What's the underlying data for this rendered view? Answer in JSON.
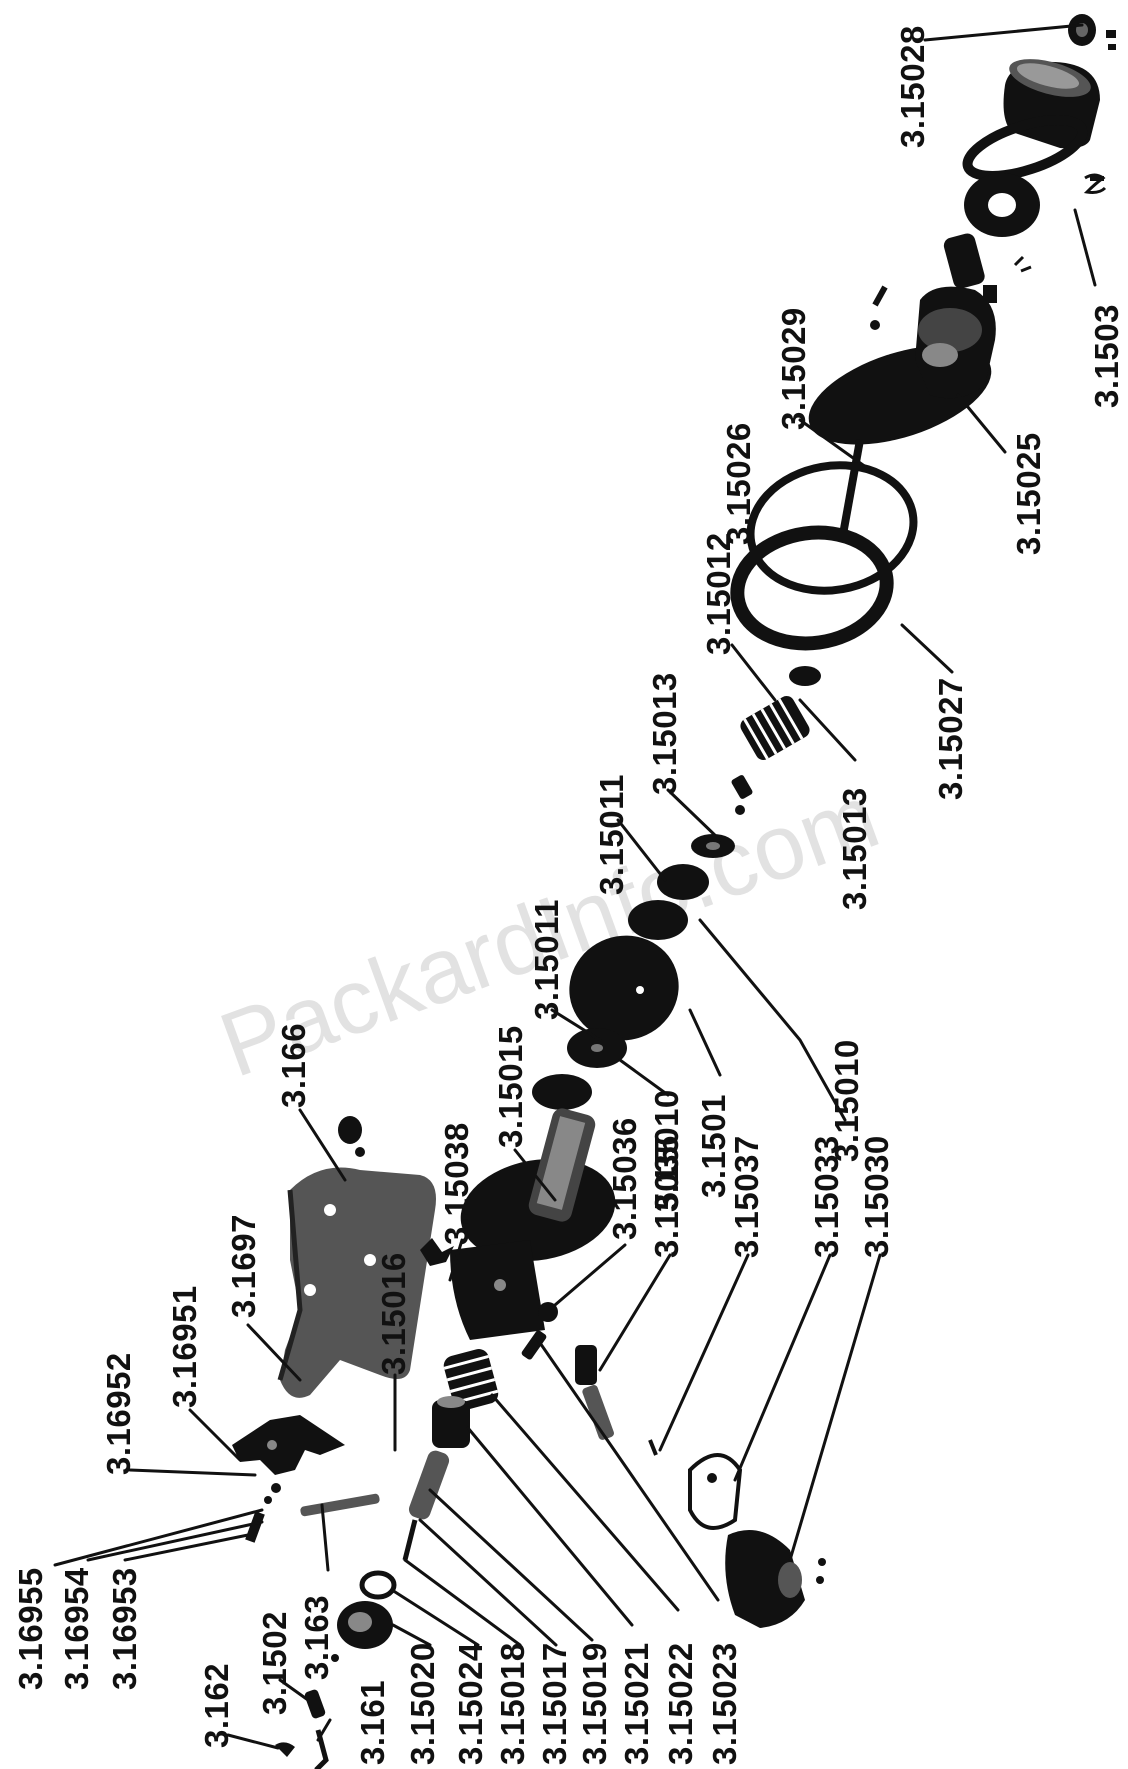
{
  "watermark": "PackardInfo.com",
  "colors": {
    "ink": "#111111",
    "paper": "#ffffff",
    "watermark": "#d8d8d8"
  },
  "labels": {
    "p3_15028": "3.15028",
    "p3_15029": "3.15029",
    "p3_15026": "3.15026",
    "p3_15012": "3.15012",
    "p3_15013_top": "3.15013",
    "p3_15011_a": "3.15011",
    "p3_15011_b": "3.15011",
    "p3_15015": "3.15015",
    "p3_15038": "3.15038",
    "p3_166": "3.166",
    "p3_1697": "3.1697",
    "p3_16951": "3.16951",
    "p3_16952": "3.16952",
    "p3_15016": "3.15016",
    "p3_16955": "3.16955",
    "p3_16954": "3.16954",
    "p3_16953": "3.16953",
    "p3_163": "3.163",
    "p3_1502": "3.1502",
    "p3_162": "3.162",
    "p3_161": "3.161",
    "p3_15020": "3.15020",
    "p3_15024": "3.15024",
    "p3_15018": "3.15018",
    "p3_15017": "3.15017",
    "p3_15019": "3.15019",
    "p3_15021": "3.15021",
    "p3_15022": "3.15022",
    "p3_15023": "3.15023",
    "p3_15036": "3.15036",
    "p3_15035": "3.15035",
    "p3_15037": "3.15037",
    "p3_15033": "3.15033",
    "p3_15030": "3.15030",
    "p3_1501": "3.1501",
    "p3_15010_a": "3.15010",
    "p3_15010_b": "3.15010",
    "p3_15013_bottom": "3.15013",
    "p3_15027": "3.15027",
    "p3_15025": "3.15025",
    "p3_1503": "3.1503"
  }
}
